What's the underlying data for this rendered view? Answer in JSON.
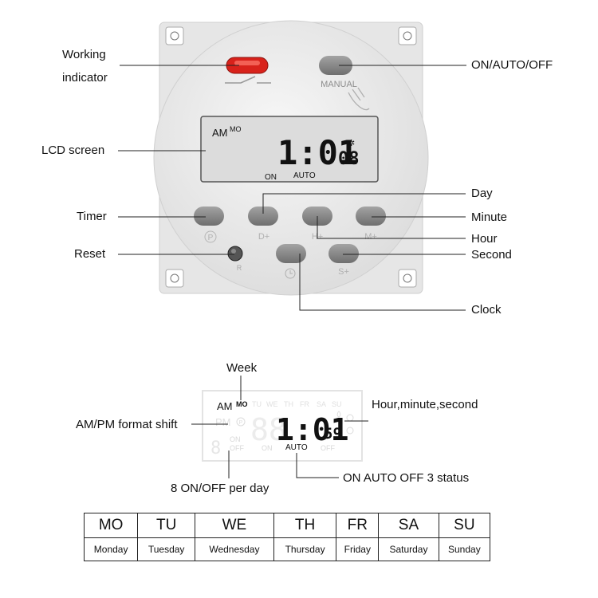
{
  "device": {
    "manual_label": "MANUAL",
    "lcd": {
      "ampm": "AM",
      "day": "MO",
      "time": "1:01",
      "seconds": "08",
      "status_on": "ON",
      "status_auto": "AUTO"
    },
    "buttons": {
      "program": "P",
      "day": "D+",
      "hour": "H+",
      "minute": "M+",
      "reset": "R",
      "second": "S+"
    }
  },
  "callouts": {
    "working_indicator_line1": "Working",
    "working_indicator_line2": "indicator",
    "on_auto_off": "ON/AUTO/OFF",
    "lcd_screen": "LCD screen",
    "timer": "Timer",
    "reset": "Reset",
    "day": "Day",
    "minute": "Minute",
    "hour": "Hour",
    "second": "Second",
    "clock": "Clock"
  },
  "display_detail": {
    "lcd": {
      "ampm_am": "AM",
      "ampm_pm": "PM",
      "circled_p": "P",
      "days": [
        "MO",
        "TU",
        "WE",
        "TH",
        "FR",
        "SA",
        "SU"
      ],
      "time": "1:01",
      "seconds": "59",
      "program_digit": "8",
      "on": "ON",
      "off": "OFF",
      "status_on": "ON",
      "status_auto": "AUTO",
      "status_off": "OFF"
    },
    "callouts": {
      "week": "Week",
      "ampm_shift": "AM/PM format shift",
      "hms": "Hour,minute,second",
      "on_off_per_day": "8 ON/OFF per day",
      "status": "ON AUTO OFF 3 status"
    }
  },
  "days_table": {
    "abbreviations": [
      "MO",
      "TU",
      "WE",
      "TH",
      "FR",
      "SA",
      "SU"
    ],
    "names": [
      "Monday",
      "Tuesday",
      "Wednesday",
      "Thursday",
      "Friday",
      "Saturday",
      "Sunday"
    ]
  },
  "colors": {
    "indicator": "#d8221b",
    "lcd": "#dcdcdc",
    "button": "#8a8a8a",
    "body": "#eeeeee"
  }
}
